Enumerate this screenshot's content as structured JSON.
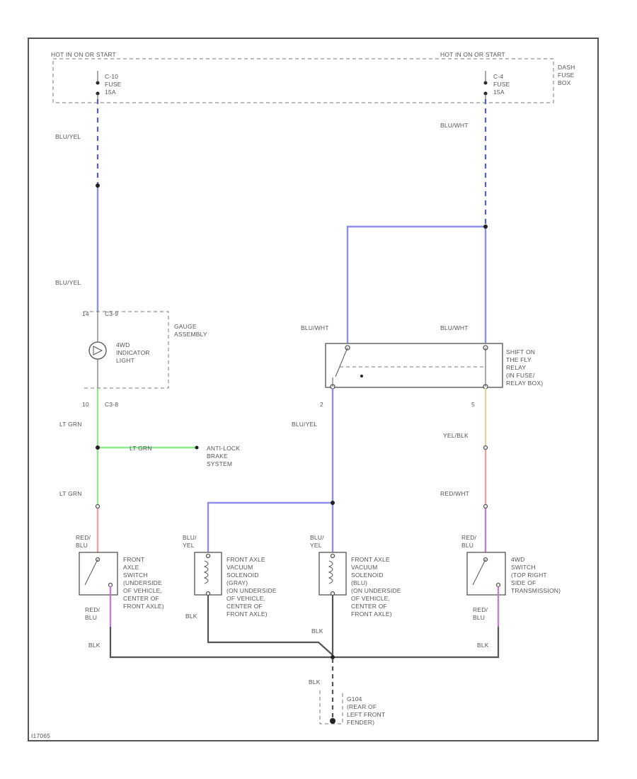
{
  "colors": {
    "blu_yel": "#8f8fe8",
    "blu_wht": "#8f8fe8",
    "lt_grn": "#8fe88f",
    "red_blu": "#f0a0a0",
    "red_blu_purple": "#c080d0",
    "yel_blk": "#d8d8a0",
    "red_wht": "#f0a0a0",
    "blk": "#555555",
    "dashed_wire": "#5a5ad8"
  },
  "labels": {
    "hot_left": "HOT IN ON OR START",
    "hot_right": "HOT IN ON OR START",
    "dash_fuse_box": [
      "DASH",
      "FUSE",
      "BOX"
    ],
    "fuse_left": [
      "C-10",
      "FUSE",
      "15A"
    ],
    "fuse_right": [
      "C-4",
      "FUSE",
      "15A"
    ],
    "wire_blu_yel_top": "BLU/YEL",
    "wire_blu_wht_top": "BLU/WHT",
    "wire_blu_yel_mid": "BLU/YEL",
    "gauge_pin_top": "14",
    "gauge_conn_top": "C3-9",
    "gauge_assembly": [
      "GAUGE",
      "ASSEMBLY"
    ],
    "indicator_light": [
      "4WD",
      "INDICATOR",
      "LIGHT"
    ],
    "gauge_pin_bottom": "10",
    "gauge_conn_bottom": "C3-8",
    "relay_wire_left": "BLU/WHT",
    "relay_wire_right": "BLU/WHT",
    "relay_name": [
      "SHIFT ON",
      "THE FLY",
      "RELAY",
      "(IN FUSE/",
      "RELAY BOX)"
    ],
    "relay_pin_left": "2",
    "relay_pin_right": "5",
    "lt_grn_1": "LT GRN",
    "lt_grn_branch": "LT GRN",
    "abs": [
      "ANTI-LOCK",
      "BRAKE",
      "SYSTEM"
    ],
    "blu_yel_relay": "BLU/YEL",
    "yel_blk": "YEL/BLK",
    "lt_grn_2": "LT GRN",
    "red_wht": "RED/WHT",
    "sw1_top": [
      "RED/",
      "BLU"
    ],
    "sw1_name": [
      "FRONT",
      "AXLE",
      "SWITCH",
      "(UNDERSIDE",
      "OF VEHICLE,",
      "CENTER OF",
      "FRONT AXLE)"
    ],
    "sol1_top": [
      "BLU/",
      "YEL"
    ],
    "sol1_name": [
      "FRONT AXLE",
      "VACUUM",
      "SOLENOID",
      "(GRAY)",
      "(ON UNDERSIDE",
      "OF VEHICLE,",
      "CENTER OF",
      "FRONT AXLE)"
    ],
    "sol2_top": [
      "BLU/",
      "YEL"
    ],
    "sol2_name": [
      "FRONT AXLE",
      "VACUUM",
      "SOLENOID",
      "(BLU)",
      "(ON UNDERSIDE",
      "OF VEHICLE,",
      "CENTER OF",
      "FRONT AXLE)"
    ],
    "sw2_top": [
      "RED/",
      "BLU"
    ],
    "sw2_name": [
      "4WD",
      "SWITCH",
      "(TOP RIGHT",
      "SIDE OF",
      "TRANSMISSION)"
    ],
    "sw1_bottom": [
      "RED/",
      "BLU"
    ],
    "sw2_bottom": [
      "RED/",
      "BLU"
    ],
    "blk_left": "BLK",
    "blk_sol1": "BLK",
    "blk_sol2": "BLK",
    "blk_right": "BLK",
    "blk_ground": "BLK",
    "ground": [
      "G104",
      "(REAR OF",
      "LEFT FRONT",
      "FENDER)"
    ],
    "figure_id": "I17065"
  }
}
